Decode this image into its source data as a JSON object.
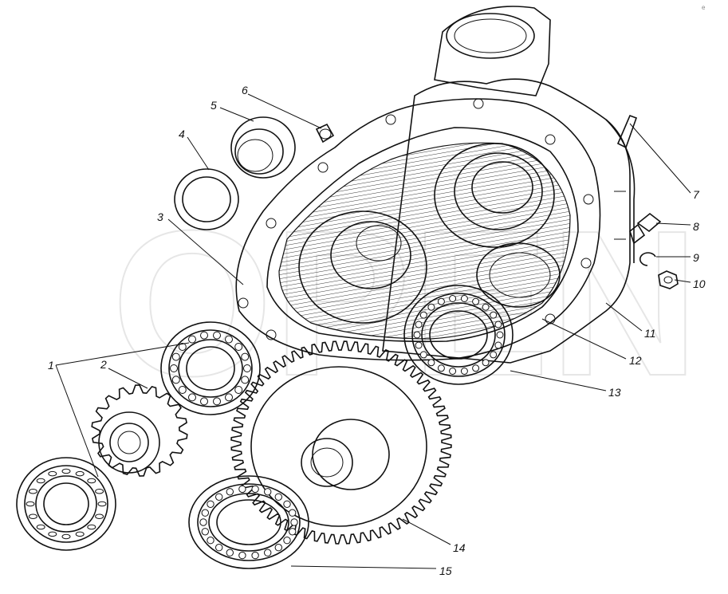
{
  "diagram": {
    "callouts": [
      {
        "id": "1",
        "label": "1"
      },
      {
        "id": "2",
        "label": "2"
      },
      {
        "id": "3",
        "label": "3"
      },
      {
        "id": "4",
        "label": "4"
      },
      {
        "id": "5",
        "label": "5"
      },
      {
        "id": "6",
        "label": "6"
      },
      {
        "id": "7",
        "label": "7"
      },
      {
        "id": "8",
        "label": "8"
      },
      {
        "id": "9",
        "label": "9"
      },
      {
        "id": "10",
        "label": "10"
      },
      {
        "id": "11",
        "label": "11"
      },
      {
        "id": "12",
        "label": "12"
      },
      {
        "id": "13",
        "label": "13"
      },
      {
        "id": "14",
        "label": "14"
      },
      {
        "id": "15",
        "label": "15"
      }
    ],
    "watermark": "OPEN",
    "corner_mark": "e"
  }
}
